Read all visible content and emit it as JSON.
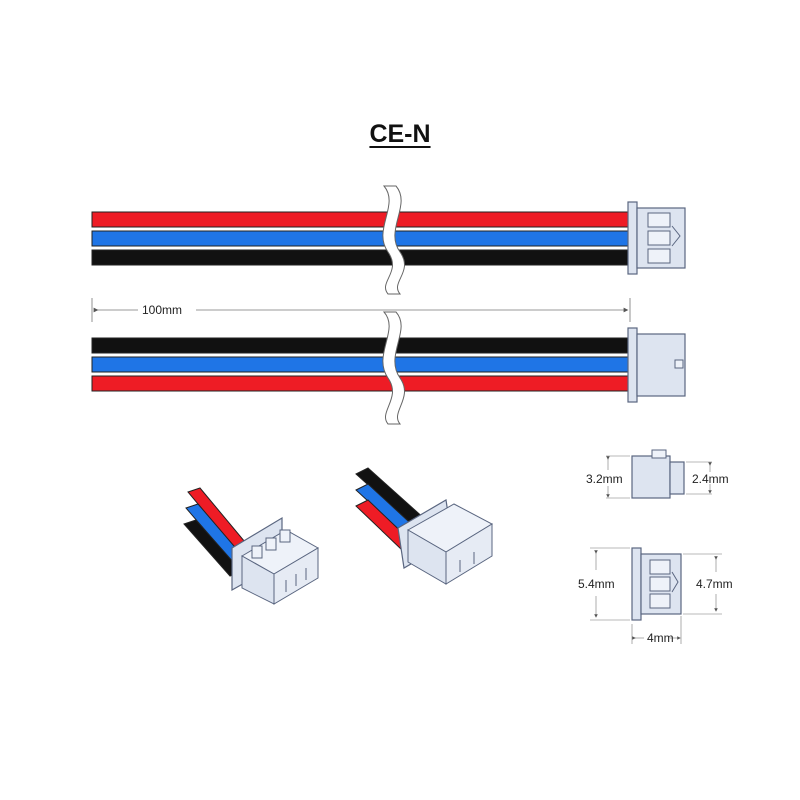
{
  "title": "CE-N",
  "length_label": "100mm",
  "dimensions": {
    "side_height": "3.2mm",
    "side_inner": "2.4mm",
    "front_height": "5.4mm",
    "front_inner": "4.7mm",
    "front_depth": "4mm"
  },
  "colors": {
    "red": "#ee1c25",
    "blue": "#1f75e6",
    "black": "#111111",
    "connector": "#dde4f0",
    "connector_edge": "#5a6680"
  },
  "wires_top": [
    "red",
    "blue",
    "black"
  ],
  "wires_bottom": [
    "black",
    "blue",
    "red"
  ]
}
